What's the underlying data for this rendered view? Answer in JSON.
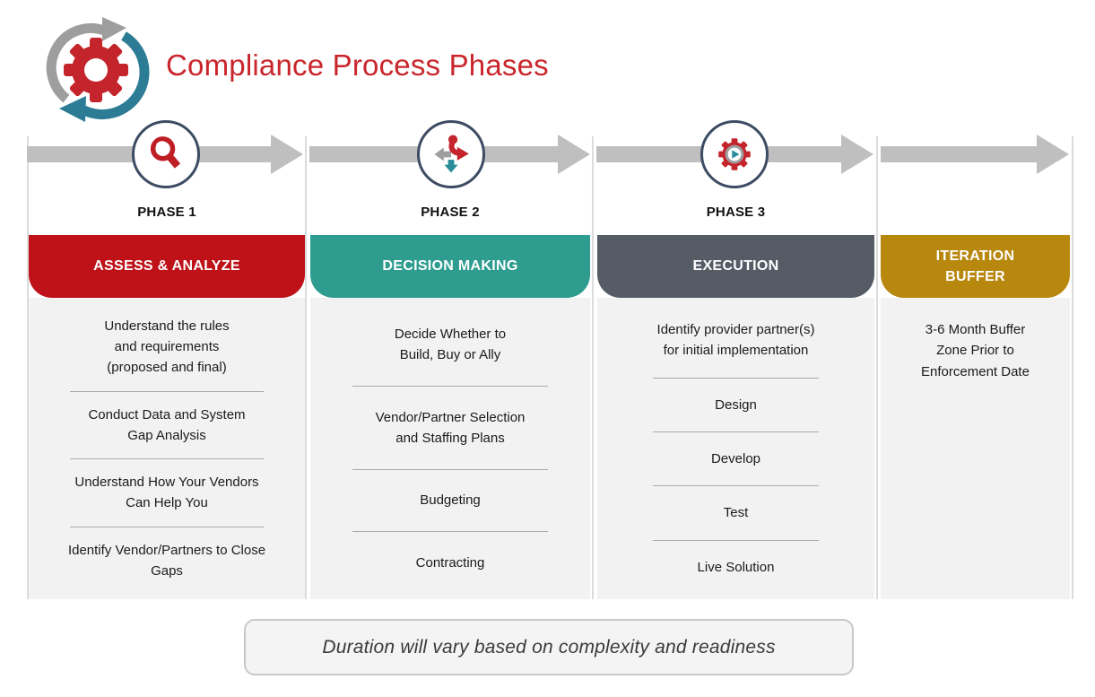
{
  "header": {
    "title": "Compliance Process Phases",
    "title_color": "#C9262C",
    "logo_icon": "gear-sync-icon"
  },
  "columns": [
    {
      "phase_label": "PHASE 1",
      "icon": "magnifier-icon",
      "title": "ASSESS & ANALYZE",
      "color": "#BE1118",
      "items": [
        "Understand the rules\nand requirements\n(proposed and final)",
        "Conduct Data and System\nGap Analysis",
        "Understand How Your Vendors\nCan Help You",
        "Identify Vendor/Partners to Close\nGaps"
      ]
    },
    {
      "phase_label": "PHASE 2",
      "icon": "decision-arrows-icon",
      "title": "DECISION MAKING",
      "color": "#2E9D90",
      "items": [
        "Decide Whether to\nBuild, Buy or Ally",
        "Vendor/Partner Selection\nand Staffing Plans",
        "Budgeting",
        "Contracting"
      ]
    },
    {
      "phase_label": "PHASE 3",
      "icon": "gear-play-icon",
      "title": "EXECUTION",
      "color": "#555C66",
      "items": [
        "Identify provider partner(s)\nfor initial implementation",
        "Design",
        "Develop",
        "Test",
        "Live Solution"
      ]
    },
    {
      "phase_label": "",
      "icon": "",
      "title": "ITERATION\nBUFFER",
      "color": "#B8870E",
      "items": [
        "3-6 Month Buffer\nZone Prior to\nEnforcement Date"
      ]
    }
  ],
  "footer": {
    "note": "Duration will vary based on complexity and readiness"
  },
  "colors": {
    "arrow_gray": "#BFBFBF",
    "circle_border": "#3D4C63",
    "body_background": "#F2F2F2",
    "separator_line": "#DCDCDC",
    "icon_red": "#C4242B",
    "icon_teal": "#2C7C95",
    "icon_gray": "#9E9E9E"
  }
}
